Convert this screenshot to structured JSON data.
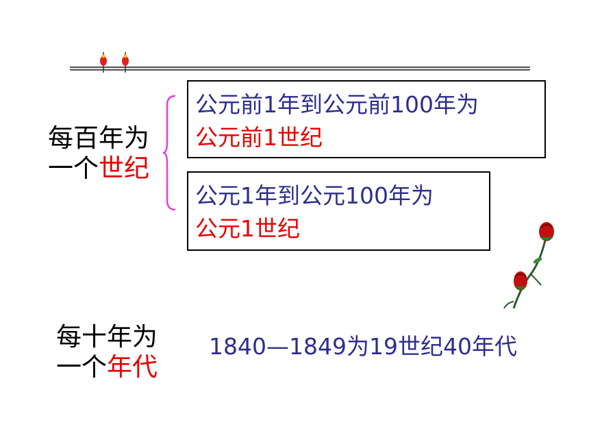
{
  "century": {
    "label_line1": "每百年为",
    "label_line2_prefix": "一个",
    "label_line2_highlight": "世纪"
  },
  "box_bc": {
    "line1": "公元前1年到公元前100年为",
    "line2": "公元前1世纪"
  },
  "box_ad": {
    "line1": "公元1年到公元100年为",
    "line2": "公元1世纪"
  },
  "decade": {
    "label_line1": "每十年为",
    "label_line2_prefix": "一个",
    "label_line2_highlight": "年代",
    "example": "1840—1849为19世纪40年代"
  },
  "colors": {
    "highlight": "#e60000",
    "body_text": "#2e2e8c",
    "brace": "#e040e0"
  },
  "decorations": [
    "double-rule",
    "pin-icon",
    "pin-icon",
    "rose-icon"
  ]
}
